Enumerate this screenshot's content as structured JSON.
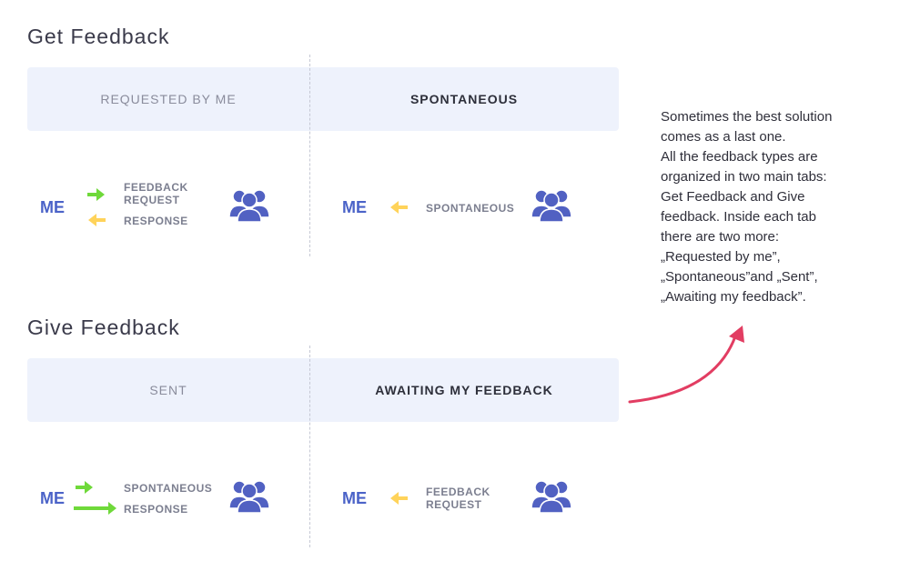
{
  "get_feedback": {
    "title": "Get Feedback",
    "tabs": [
      {
        "label": "REQUESTED BY ME",
        "state": "inactive"
      },
      {
        "label": "SPONTANEOUS",
        "state": "active"
      }
    ],
    "left_flow": {
      "me": "ME",
      "out_label": "FEEDBACK\nREQUEST",
      "in_label": "RESPONSE"
    },
    "right_flow": {
      "me": "ME",
      "in_label": "SPONTANEOUS"
    }
  },
  "give_feedback": {
    "title": "Give Feedback",
    "tabs": [
      {
        "label": "SENT",
        "state": "inactive"
      },
      {
        "label": "AWAITING MY FEEDBACK",
        "state": "active"
      }
    ],
    "left_flow": {
      "me": "ME",
      "out_label_1": "SPONTANEOUS",
      "out_label_2": "RESPONSE"
    },
    "right_flow": {
      "me": "ME",
      "in_label": "FEEDBACK\nREQUEST"
    }
  },
  "note_lines": [
    "Sometimes the best solution",
    "comes as a  last one.",
    "All the feedback types are",
    "organized in two main tabs:",
    "Get Feedback and Give",
    "feedback. Inside each tab",
    "there are two more:",
    "„Requested by me”,",
    "„Spontaneous”and „Sent”,",
    "„Awaiting my feedback”."
  ],
  "colors": {
    "accent_blue": "#4b63c8",
    "people_icon": "#5161c2",
    "outgoing_arrow": "#6fd93a",
    "incoming_arrow": "#ffd35a",
    "curve_arrow": "#e23d62",
    "tab_background": "#eef2fc"
  },
  "icons": [
    "right-arrow-icon",
    "left-arrow-icon",
    "people-group-icon",
    "curved-arrow-icon"
  ]
}
